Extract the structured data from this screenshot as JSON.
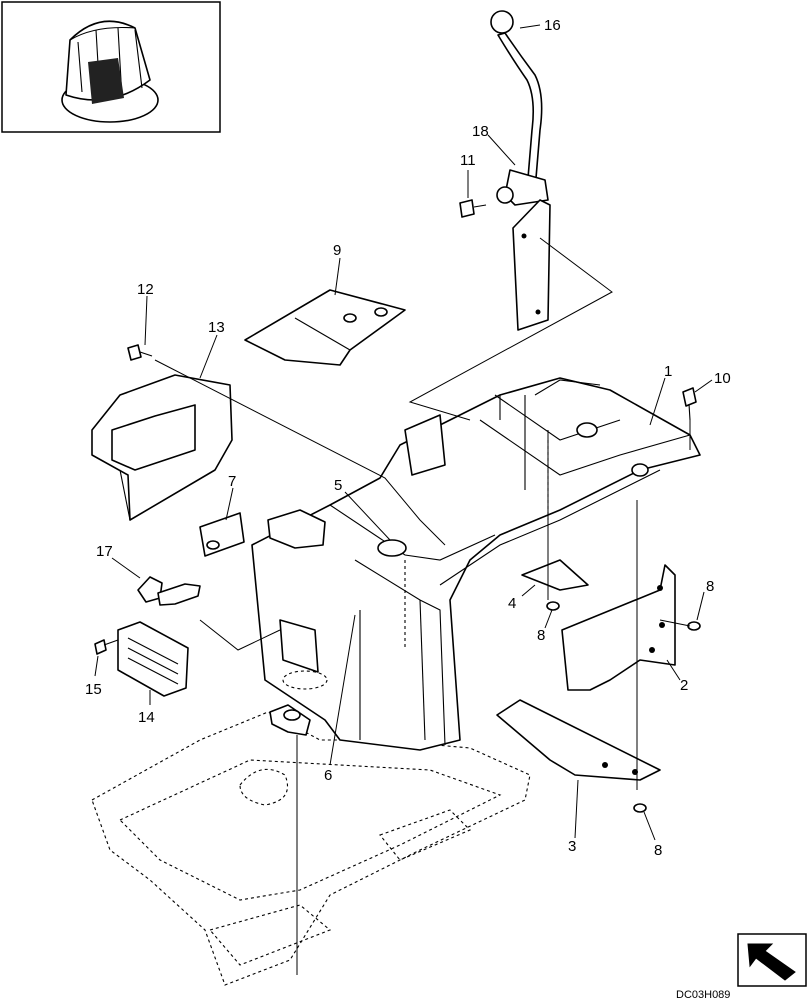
{
  "drawing_code": "DC03H089",
  "callouts": [
    {
      "id": "c1",
      "label": "1"
    },
    {
      "id": "c2",
      "label": "2"
    },
    {
      "id": "c3",
      "label": "3"
    },
    {
      "id": "c4",
      "label": "4"
    },
    {
      "id": "c5",
      "label": "5"
    },
    {
      "id": "c6",
      "label": "6"
    },
    {
      "id": "c7",
      "label": "7"
    },
    {
      "id": "c8a",
      "label": "8"
    },
    {
      "id": "c8b",
      "label": "8"
    },
    {
      "id": "c8c",
      "label": "8"
    },
    {
      "id": "c9",
      "label": "9"
    },
    {
      "id": "c10",
      "label": "10"
    },
    {
      "id": "c11",
      "label": "11"
    },
    {
      "id": "c12",
      "label": "12"
    },
    {
      "id": "c13",
      "label": "13"
    },
    {
      "id": "c14",
      "label": "14"
    },
    {
      "id": "c15",
      "label": "15"
    },
    {
      "id": "c16",
      "label": "16"
    },
    {
      "id": "c17",
      "label": "17"
    },
    {
      "id": "c18",
      "label": "18"
    }
  ],
  "icons": {
    "locator": "machine-locator-icon",
    "orientation": "direction-arrow-icon"
  }
}
